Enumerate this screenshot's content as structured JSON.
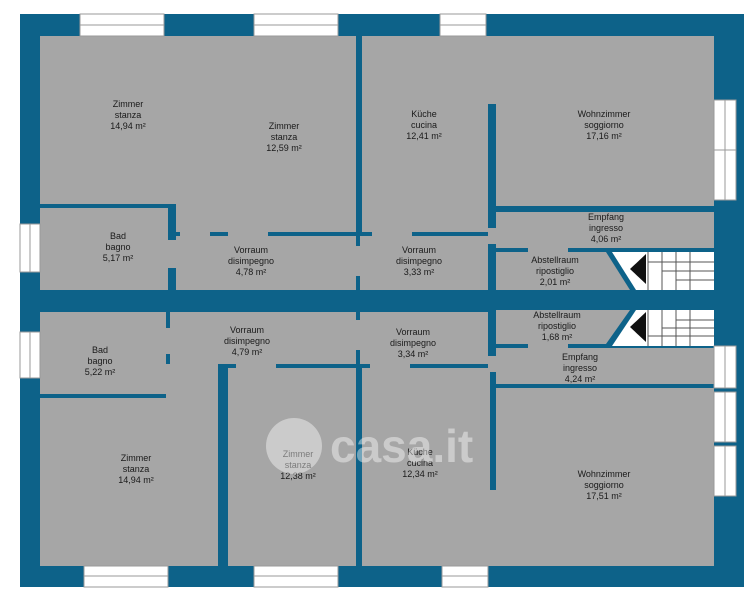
{
  "watermark": "casa.it",
  "rooms": [
    {
      "id": "zimmer-1",
      "de": "Zimmer",
      "it": "stanza",
      "area": "14,94 m²"
    },
    {
      "id": "zimmer-2",
      "de": "Zimmer",
      "it": "stanza",
      "area": "12,59 m²"
    },
    {
      "id": "kueche-1",
      "de": "Küche",
      "it": "cucina",
      "area": "12,41 m²"
    },
    {
      "id": "wohnzimmer-1",
      "de": "Wohnzimmer",
      "it": "soggiorno",
      "area": "17,16 m²"
    },
    {
      "id": "bad-1",
      "de": "Bad",
      "it": "bagno",
      "area": "5,17 m²"
    },
    {
      "id": "vorraum-1",
      "de": "Vorraum",
      "it": "disimpegno",
      "area": "4,78 m²"
    },
    {
      "id": "vorraum-2",
      "de": "Vorraum",
      "it": "disimpegno",
      "area": "3,33 m²"
    },
    {
      "id": "empfang-1",
      "de": "Empfang",
      "it": "ingresso",
      "area": "4,06 m²"
    },
    {
      "id": "abstellraum-1",
      "de": "Abstellraum",
      "it": "ripostiglio",
      "area": "2,01 m²"
    },
    {
      "id": "bad-2",
      "de": "Bad",
      "it": "bagno",
      "area": "5,22 m²"
    },
    {
      "id": "vorraum-3",
      "de": "Vorraum",
      "it": "disimpegno",
      "area": "4,79 m²"
    },
    {
      "id": "vorraum-4",
      "de": "Vorraum",
      "it": "disimpegno",
      "area": "3,34 m²"
    },
    {
      "id": "abstellraum-2",
      "de": "Abstellraum",
      "it": "ripostiglio",
      "area": "1,68 m²"
    },
    {
      "id": "empfang-2",
      "de": "Empfang",
      "it": "ingresso",
      "area": "4,24 m²"
    },
    {
      "id": "zimmer-3",
      "de": "Zimmer",
      "it": "stanza",
      "area": "14,94 m²"
    },
    {
      "id": "zimmer-4",
      "de": "Zimmer",
      "it": "stanza",
      "area": "12,38 m²"
    },
    {
      "id": "kueche-2",
      "de": "Küche",
      "it": "cucina",
      "area": "12,34 m²"
    },
    {
      "id": "wohnzimmer-2",
      "de": "Wohnzimmer",
      "it": "soggiorno",
      "area": "17,51 m²"
    }
  ]
}
